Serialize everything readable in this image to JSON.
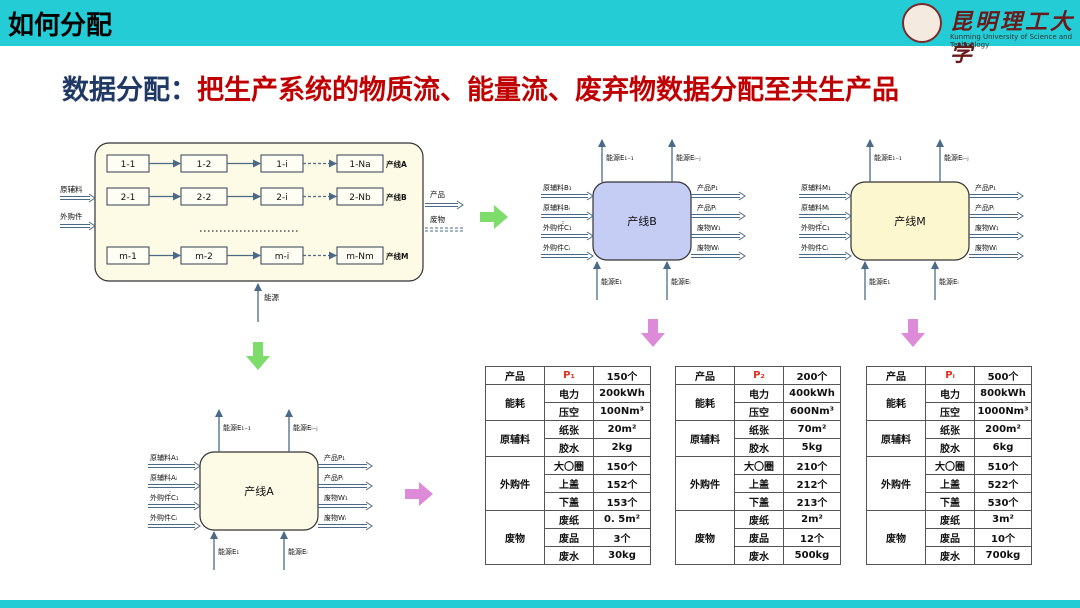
{
  "header": {
    "title": "如何分配",
    "logo_name": "昆明理工大学",
    "logo_sub": "Kunming University of Science and Technology"
  },
  "subtitle": {
    "lead": "数据分配：",
    "rest": "把生产系统的物质流、能量流、废弃物数据分配至共生产品"
  },
  "flow": {
    "rows": [
      [
        "1-1",
        "1-2",
        "1-i",
        "1-Na"
      ],
      [
        "2-1",
        "2-2",
        "2-i",
        "2-Nb"
      ],
      [
        "m-1",
        "m-2",
        "m-i",
        "m-Nm"
      ]
    ],
    "row_labels": [
      "产线A",
      "产线B",
      "产线M"
    ],
    "input_raw": "原辅料",
    "input_purchased": "外购件",
    "output_product": "产品",
    "output_waste": "废物",
    "energy": "能源"
  },
  "units": [
    {
      "name": "产线A",
      "energy_top": [
        "能源E₁₋₁",
        "能源Eᵢ₋ⱼ"
      ],
      "energy_bottom": [
        "能源E₁",
        "能源Eᵢ"
      ],
      "inputs": [
        "原辅料A₁",
        "原辅料Aᵢ",
        "外购件C₁",
        "外购件Cᵢ"
      ],
      "outputs": [
        "产品P₁",
        "产品Pᵢ",
        "废物W₁",
        "废物Wᵢ"
      ],
      "color": "#fdfbe6"
    },
    {
      "name": "产线B",
      "energy_top": [
        "能源E₁₋₁",
        "能源Eᵢ₋ⱼ"
      ],
      "energy_bottom": [
        "能源E₁",
        "能源Eᵢ"
      ],
      "inputs": [
        "原辅料B₁",
        "原辅料Bᵢ",
        "外购件C₁",
        "外购件Cᵢ"
      ],
      "outputs": [
        "产品P₁",
        "产品Pᵢ",
        "废物W₁",
        "废物Wᵢ"
      ],
      "color": "#c6cdf5"
    },
    {
      "name": "产线M",
      "energy_top": [
        "能源E₁₋₁",
        "能源Eᵢ₋ⱼ"
      ],
      "energy_bottom": [
        "能源E₁",
        "能源Eᵢ"
      ],
      "inputs": [
        "原辅料M₁",
        "原辅料Mᵢ",
        "外购件C₁",
        "外购件Cᵢ"
      ],
      "outputs": [
        "产品P₁",
        "产品Pᵢ",
        "废物W₁",
        "废物Wᵢ"
      ],
      "color": "#fcf7cf"
    }
  ],
  "tables": [
    {
      "product": "产品",
      "pname": "P₁",
      "pval": "150个",
      "groups": [
        {
          "cat": "能耗",
          "items": [
            [
              "电力",
              "200kWh"
            ],
            [
              "压空",
              "100Nm³"
            ]
          ]
        },
        {
          "cat": "原辅料",
          "items": [
            [
              "纸张",
              "20m²"
            ],
            [
              "胶水",
              "2kg"
            ]
          ]
        },
        {
          "cat": "外购件",
          "items": [
            [
              "大〇圈",
              "150个"
            ],
            [
              "上盖",
              "152个"
            ],
            [
              "下盖",
              "153个"
            ]
          ]
        },
        {
          "cat": "废物",
          "items": [
            [
              "废纸",
              "0. 5m²"
            ],
            [
              "废品",
              "3个"
            ],
            [
              "废水",
              "30kg"
            ]
          ]
        }
      ]
    },
    {
      "product": "产品",
      "pname": "P₂",
      "pval": "200个",
      "groups": [
        {
          "cat": "能耗",
          "items": [
            [
              "电力",
              "400kWh"
            ],
            [
              "压空",
              "600Nm³"
            ]
          ]
        },
        {
          "cat": "原辅料",
          "items": [
            [
              "纸张",
              "70m²"
            ],
            [
              "胶水",
              "5kg"
            ]
          ]
        },
        {
          "cat": "外购件",
          "items": [
            [
              "大〇圈",
              "210个"
            ],
            [
              "上盖",
              "212个"
            ],
            [
              "下盖",
              "213个"
            ]
          ]
        },
        {
          "cat": "废物",
          "items": [
            [
              "废纸",
              "2m²"
            ],
            [
              "废品",
              "12个"
            ],
            [
              "废水",
              "500kg"
            ]
          ]
        }
      ]
    },
    {
      "product": "产品",
      "pname": "Pᵢ",
      "pval": "500个",
      "groups": [
        {
          "cat": "能耗",
          "items": [
            [
              "电力",
              "800kWh"
            ],
            [
              "压空",
              "1000Nm³"
            ]
          ]
        },
        {
          "cat": "原辅料",
          "items": [
            [
              "纸张",
              "200m²"
            ],
            [
              "胶水",
              "6kg"
            ]
          ]
        },
        {
          "cat": "外购件",
          "items": [
            [
              "大〇圈",
              "510个"
            ],
            [
              "上盖",
              "522个"
            ],
            [
              "下盖",
              "530个"
            ]
          ]
        },
        {
          "cat": "废物",
          "items": [
            [
              "废纸",
              "3m²"
            ],
            [
              "废品",
              "10个"
            ],
            [
              "废水",
              "700kg"
            ]
          ]
        }
      ]
    }
  ],
  "colors": {
    "header": "#24ccd6",
    "green_arrow": "#7ddc6a",
    "pink_arrow": "#dd8ad8",
    "line": "#4a6a88"
  }
}
